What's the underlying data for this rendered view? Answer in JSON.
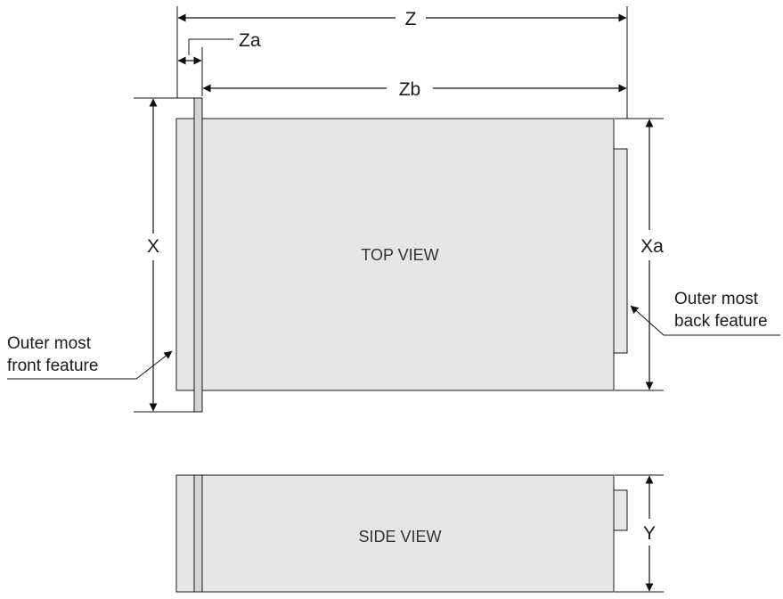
{
  "labels": {
    "z": "Z",
    "za": "Za",
    "zb": "Zb",
    "x": "X",
    "xa": "Xa",
    "y": "Y",
    "top_view": "TOP VIEW",
    "side_view": "SIDE VIEW",
    "front_feature_line1": "Outer most",
    "front_feature_line2": "front feature",
    "back_feature_line1": "Outer most",
    "back_feature_line2": "back feature"
  },
  "colors": {
    "body_fill": "#e6e6e6",
    "bezel_fill": "#d4d4d4",
    "stroke": "#1a1a1a"
  }
}
